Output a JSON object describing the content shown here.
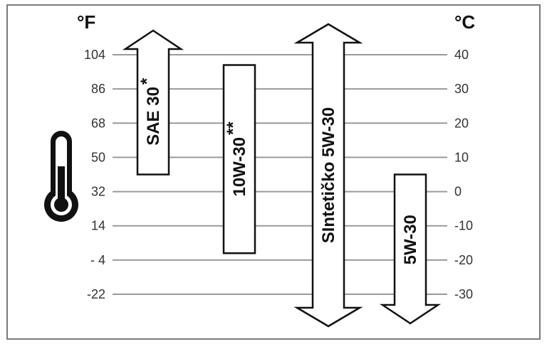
{
  "chart_data": {
    "type": "bar",
    "left_unit": "°F",
    "right_unit": "°C",
    "left_ticks": [
      "104",
      "86",
      "68",
      "50",
      "32",
      "14",
      "- 4",
      "-22"
    ],
    "right_ticks": [
      "40",
      "30",
      "20",
      "10",
      "0",
      "-10",
      "-20",
      "-30"
    ],
    "ylim_celsius": [
      -30,
      40
    ],
    "grid": true,
    "icons": [
      "thermometer-icon"
    ],
    "bars": [
      {
        "label": "SAE 30",
        "mark": "*",
        "from_c": 5,
        "to_c": 40,
        "extends_above": true,
        "extends_below": false
      },
      {
        "label": "10W-30",
        "mark": "**",
        "from_c": -18,
        "to_c": 37,
        "extends_above": false,
        "extends_below": false
      },
      {
        "label": "SIntetičko 5W-30",
        "mark": "",
        "from_c": -30,
        "to_c": 40,
        "extends_above": true,
        "extends_below": true
      },
      {
        "label": "5W-30",
        "mark": "",
        "from_c": -30,
        "to_c": 5,
        "extends_above": false,
        "extends_below": true
      }
    ]
  }
}
